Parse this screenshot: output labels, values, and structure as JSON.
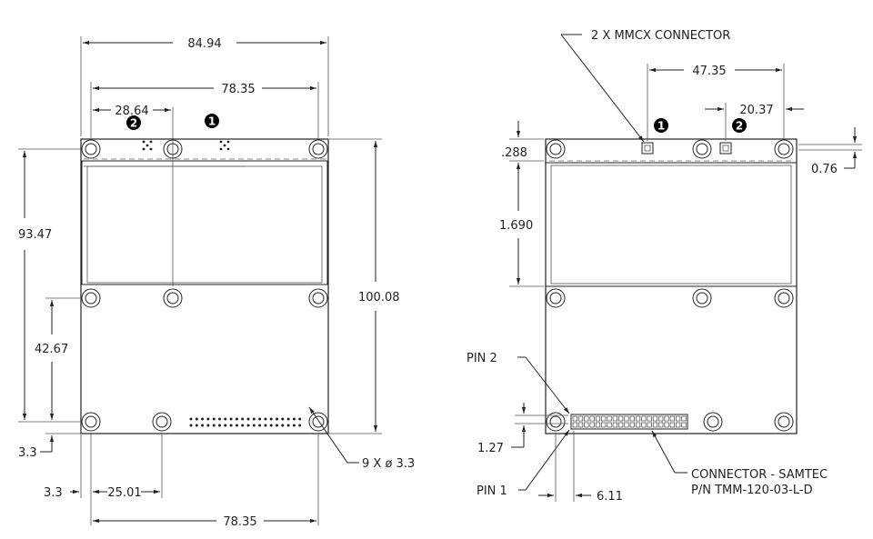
{
  "left_view": {
    "dims": {
      "overall_width": "84.94",
      "hole_span_top": "78.35",
      "offset_top": "28.64",
      "height_left": "93.47",
      "height_right": "100.08",
      "mid_offset": "42.67",
      "bottom_offset": "3.3",
      "left_offset": "3.3",
      "hole_offset": "25.01",
      "hole_span_bottom": "78.35",
      "holes_note": "9 X ø 3.3"
    },
    "markers": [
      "2",
      "1"
    ]
  },
  "right_view": {
    "dims": {
      "mmcx_callout": "2 X MMCX CONNECTOR",
      "mmcx_span": "47.35",
      "mmcx_offset": "20.37",
      "top_margin": ".288",
      "window_height": "1.690",
      "right_offset": "0.76",
      "pin2": "PIN 2",
      "pin1": "PIN 1",
      "pin_offset": "1.27",
      "conn_offset": "6.11",
      "conn_line1": "CONNECTOR - SAMTEC",
      "conn_line2": "P/N TMM-120-03-L-D"
    },
    "markers": [
      "1",
      "2"
    ]
  }
}
